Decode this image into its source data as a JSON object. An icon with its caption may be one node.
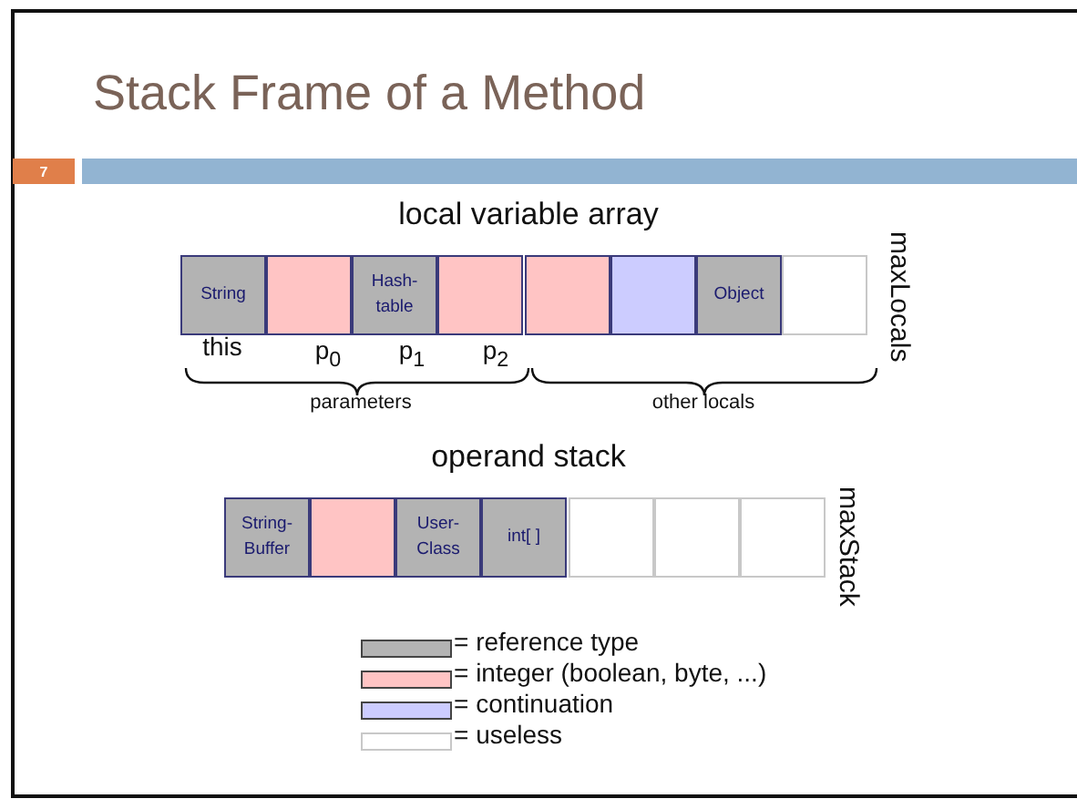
{
  "diagram": {
    "title": "Stack Frame of a Method",
    "nodes": [
      {
        "text": [
          "String"
        ]
      },
      {
        "text": [],
        "shape": "box"
      },
      {
        "text": [
          "Hash- table"
        ]
      },
      {
        "text": [],
        "shape": "box"
      },
      {
        "text": [],
        "shape": "box"
      },
      {
        "text": [],
        "shape": "box"
      },
      {
        "text": [
          "Object"
        ]
      },
      {
        "text": [],
        "shape": "box"
      },
      {
        "text": [
          "String- Buffer"
        ]
      },
      {
        "text": [],
        "shape": "box"
      },
      {
        "text": [
          "User- Class"
        ]
      },
      {
        "text": [
          "int[ ]"
        ]
      },
      {
        "text": [],
        "shape": "box"
      },
      {
        "text": [],
        "shape": "box"
      },
      {
        "text": [],
        "shape": "box"
      }
    ],
    "labels": [
      "7",
      "local variable array",
      "maxLocals",
      "this",
      "p$_{0}$",
      "p$_{1}$",
      "p$_{2}$",
      "parameters",
      "other locals",
      "operand stack",
      "maxStack"
    ],
    "legend": [
      {
        "text": "= reference type",
        "color": "#b3b3b3"
      },
      {
        "text": "= integer (boolean, byte, ...)",
        "color": "#ffc4c4"
      },
      {
        "text": "= continuation",
        "color": "#ccccff"
      },
      {
        "text": "= useless",
        "color": "#ffffff"
      }
    ]
  }
}
